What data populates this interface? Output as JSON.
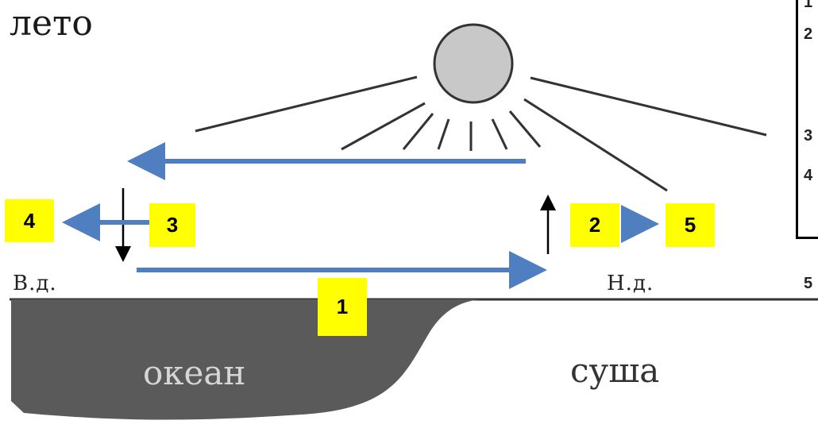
{
  "season": "лето",
  "labels": {
    "high_pressure": "В.д.",
    "low_pressure": "Н.д.",
    "ocean": "океан",
    "land": "суша"
  },
  "badges": [
    "1",
    "2",
    "3",
    "4",
    "5"
  ],
  "legend_numbers": [
    "1",
    "2",
    "3",
    "4",
    "5"
  ],
  "colors": {
    "arrow_blue": "#4f7fc0",
    "badge_yellow": "#ffff00",
    "ocean_fill": "#5a5a5a",
    "sun_fill": "#c8c8c8"
  }
}
